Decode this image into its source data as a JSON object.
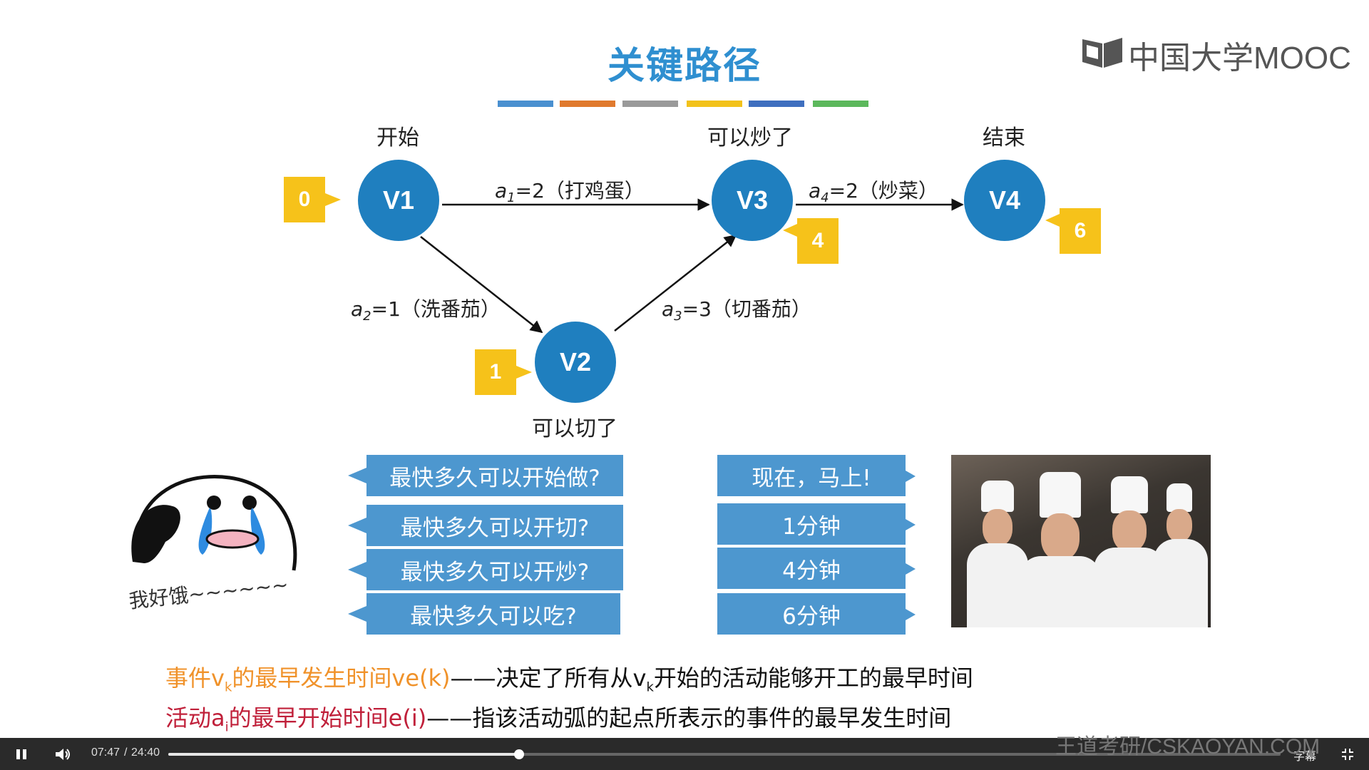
{
  "slide": {
    "title": "关键路径",
    "color_bars": [
      "#4a90d0",
      "#e07a2e",
      "#9a9a9a",
      "#f2c21b",
      "#3f6fbf",
      "#5cb85c"
    ],
    "logo_text": "中国大学MOOC",
    "nodes": [
      {
        "id": "V1",
        "label": "开始",
        "badge": "0"
      },
      {
        "id": "V2",
        "label": "可以切了",
        "badge": "1"
      },
      {
        "id": "V3",
        "label": "可以炒了",
        "badge": "4"
      },
      {
        "id": "V4",
        "label": "结束",
        "badge": "6"
      }
    ],
    "edges": [
      {
        "name": "a",
        "sub": "1",
        "rest": "=2（打鸡蛋）"
      },
      {
        "name": "a",
        "sub": "2",
        "rest": "=1（洗番茄）"
      },
      {
        "name": "a",
        "sub": "3",
        "rest": "=3（切番茄）"
      },
      {
        "name": "a",
        "sub": "4",
        "rest": "=2（炒菜）"
      }
    ],
    "questions": [
      "最快多久可以开始做?",
      "最快多久可以开切?",
      "最快多久可以开炒?",
      "最快多久可以吃?"
    ],
    "answers": [
      "现在，马上!",
      "1分钟",
      "4分钟",
      "6分钟"
    ],
    "hungry_text": "我好饿~~~~~~",
    "definitions": [
      {
        "colored": "事件v",
        "colored_sub": "k",
        "colored_rest": "的最早发生时间ve(k)",
        "dash": "——",
        "text": "决定了所有从v",
        "text_sub": "k",
        "text_rest": "开始的活动能够开工的最早时间"
      },
      {
        "colored": "活动a",
        "colored_sub": "i",
        "colored_rest": "的最早开始时间e(i)",
        "dash": "——",
        "text": "指该活动弧的起点所表示的事件的最早发生时间",
        "text_sub": "",
        "text_rest": ""
      }
    ],
    "watermark": "王道考研/CSKAOYAN.COM"
  },
  "player": {
    "current_time": "07:47",
    "separator": "/",
    "duration": "24:40",
    "progress_fraction": 0.3155,
    "subtitle_label": "字幕",
    "icons": {
      "play_pause": "pause-icon",
      "volume": "volume-icon",
      "fullscreen": "exit-fullscreen-icon"
    }
  }
}
